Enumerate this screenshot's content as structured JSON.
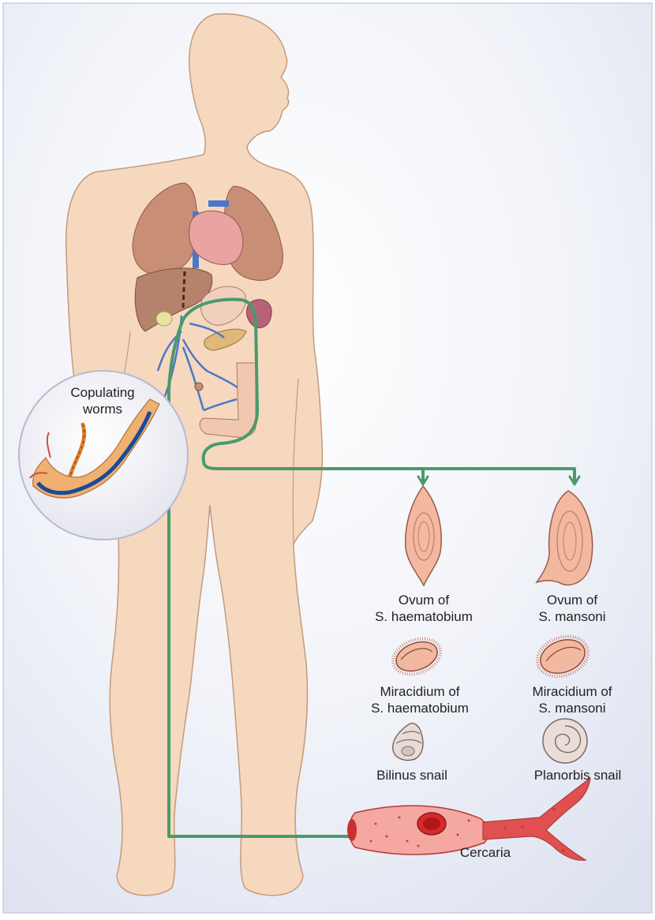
{
  "labels": {
    "copulating_worms": [
      "Copulating",
      "worms"
    ],
    "ovum_haematobium": [
      "Ovum of",
      "S. haematobium"
    ],
    "ovum_mansoni": [
      "Ovum of",
      "S. mansoni"
    ],
    "miracidium_haematobium": [
      "Miracidium of",
      "S. haematobium"
    ],
    "miracidium_mansoni": [
      "Miracidium of",
      "S. mansoni"
    ],
    "bilinus_snail": "Bilinus snail",
    "planorbis_snail": "Planorbis snail",
    "cercaria": "Cercaria"
  },
  "colors": {
    "skin": "#f6d8bf",
    "skin_outline": "#c49a7c",
    "pathway": "#4a9a6a",
    "lung": "#c98f76",
    "heart": "#e9a3a0",
    "liver": "#b5826c",
    "vein": "#4a78c8",
    "worm_blue": "#1a4a9a",
    "worm_orange": "#d9822b",
    "egg": "#f2b9a0",
    "cercaria": "#e05050",
    "background_tint": "#dde2ef"
  }
}
